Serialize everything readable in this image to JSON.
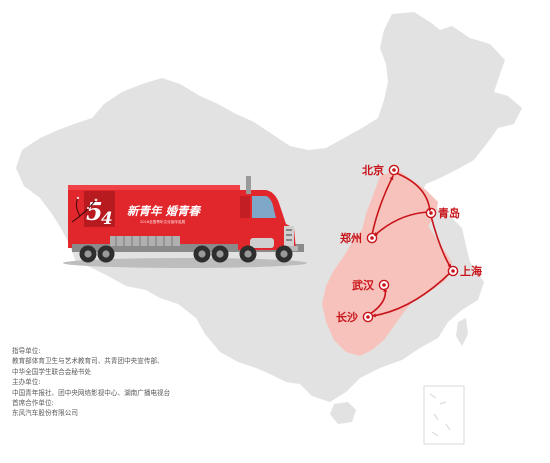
{
  "colors": {
    "map_fill": "#e2e2e2",
    "highlight_fill": "#f6c2bb",
    "route": "#c8141a",
    "truck_red": "#e1262c",
    "truck_dark": "#b71b20"
  },
  "truck": {
    "banner_title": "新青年 婚青春",
    "banner_subtitle": "2018全国青年文化宣传巡展",
    "logo_number": "5",
    "logo_number_2": "4"
  },
  "cities": [
    {
      "name": "北京"
    },
    {
      "name": "青岛"
    },
    {
      "name": "郑州"
    },
    {
      "name": "上海"
    },
    {
      "name": "武汉"
    },
    {
      "name": "长沙"
    }
  ],
  "credits": [
    "指导单位:",
    "教育部体育卫生与艺术教育司、共青团中央宣传部、",
    "中华全国学生联合会秘书处",
    "主办单位:",
    "中国青年报社、团中央网络影视中心、湖南广播电视台",
    "首席合作单位:",
    "东风汽车股份有限公司"
  ]
}
